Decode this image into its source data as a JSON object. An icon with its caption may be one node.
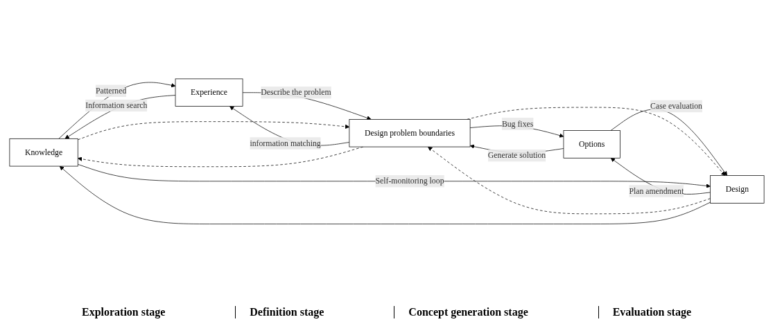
{
  "diagram": {
    "nodes": [
      {
        "text": [
          "Knowledge"
        ]
      },
      {
        "text": [
          "Experience"
        ]
      },
      {
        "text": [
          "Design problem boundaries"
        ]
      },
      {
        "text": [
          "Options"
        ]
      },
      {
        "text": [
          "Design"
        ]
      }
    ],
    "edges": [
      {
        "from": 0,
        "to": 1,
        "arrow": "to",
        "label": "Patterned"
      },
      {
        "from": 1,
        "to": 0,
        "arrow": "to",
        "label": "Information search"
      },
      {
        "from": 1,
        "to": 2,
        "arrow": "to",
        "label": "Describe the problem"
      },
      {
        "from": 2,
        "to": 1,
        "arrow": "to",
        "label": "information matching"
      },
      {
        "from": 2,
        "to": 3,
        "arrow": "to",
        "label": "Bug fixes"
      },
      {
        "from": 3,
        "to": 2,
        "arrow": "to",
        "label": "Generate solution"
      },
      {
        "from": 3,
        "to": 4,
        "arrow": "to",
        "label": "Case evaluation"
      },
      {
        "from": 4,
        "to": 3,
        "arrow": "to",
        "label": "Plan amendment"
      },
      {
        "from": 0,
        "to": 2,
        "arrow": "to",
        "style": "dashed"
      },
      {
        "from": 2,
        "to": 4,
        "arrow": "to",
        "style": "dashed"
      },
      {
        "from": 4,
        "to": 2,
        "arrow": "to",
        "style": "dashed"
      },
      {
        "from": 2,
        "to": 0,
        "arrow": "to",
        "style": "dashed"
      },
      {
        "from": 0,
        "to": 4,
        "arrow": "to",
        "label": "Self-monitoring loop"
      },
      {
        "from": 4,
        "to": 0,
        "arrow": "to"
      }
    ],
    "labels": [
      "Exploration stage",
      "Definition stage",
      "Concept generation stage",
      "Evaluation stage"
    ]
  }
}
